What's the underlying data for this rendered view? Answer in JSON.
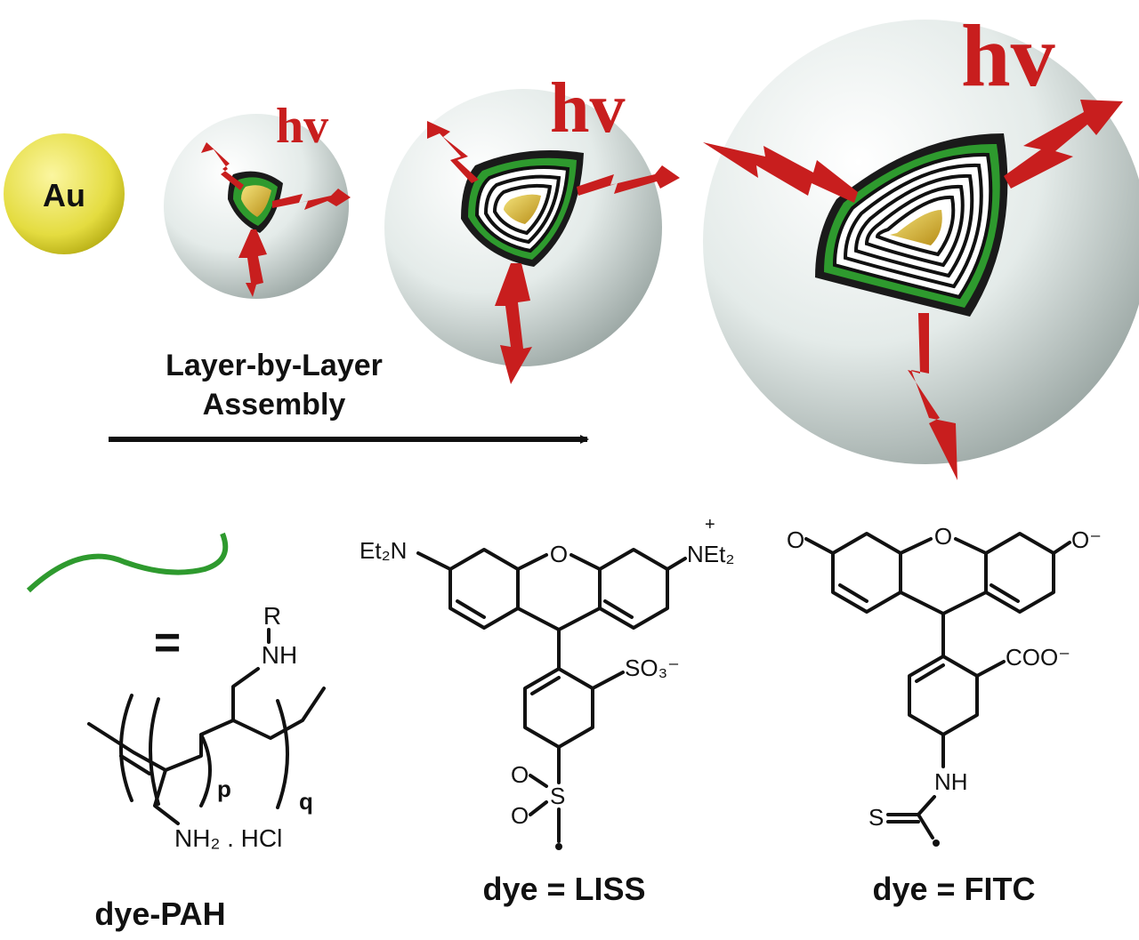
{
  "assembly": {
    "core_label": "Au",
    "hv_label": "hv",
    "process_label_line1": "Layer-by-Layer",
    "process_label_line2": "Assembly"
  },
  "polymer": {
    "equals": "=",
    "r": "R",
    "nh": "NH",
    "p": "p",
    "q": "q",
    "amine": "NH₂ . HCl",
    "caption": "dye-PAH"
  },
  "liss": {
    "left_amine": "Et₂N",
    "right_amine": "NEt₂",
    "plus": "+",
    "bridge_o": "O",
    "sulfonate": "SO₃⁻",
    "sulfonyl_o1": "O",
    "sulfonyl_o2": "O",
    "sulfonyl_s": "S",
    "caption": "dye = LISS"
  },
  "fitc": {
    "keto_o": "O",
    "phenolate": "O⁻",
    "bridge_o": "O",
    "carboxylate": "COO⁻",
    "nh": "NH",
    "s": "S",
    "caption": "dye = FITC"
  },
  "colors": {
    "hv_red": "#c81e1e",
    "polymer_green": "#2e9a2e",
    "gold_core": "#e8d24a"
  }
}
